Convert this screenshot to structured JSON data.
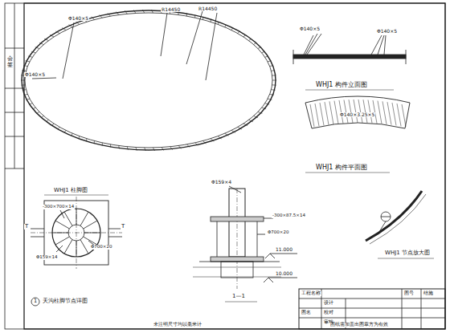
{
  "diagram": {
    "labels": [
      "Φ140×5",
      "Φ140×5",
      "R14450",
      "R14450",
      "Φ140×5",
      "Φ140×5",
      "WHJ1 构件立面图",
      "Φ140×3.25×5",
      "WHJ1 构件平面图",
      "WHJ1 节点放大图",
      "WHJ1 柱脚图",
      "-300×700×14",
      "Φ700×20",
      "Φ159×14",
      "T",
      "T",
      "1",
      "天沟柱脚节点详图",
      "Φ159×4",
      "-300×87.5×14",
      "Φ700×20",
      "11.000",
      "10.000",
      "1—1",
      "工程名称",
      "图名",
      "设计",
      "校对",
      "审核",
      "图号",
      "结施",
      "未注明尺寸均以毫米计",
      "图纸需加盖出图章方为有效",
      "会签"
    ]
  }
}
